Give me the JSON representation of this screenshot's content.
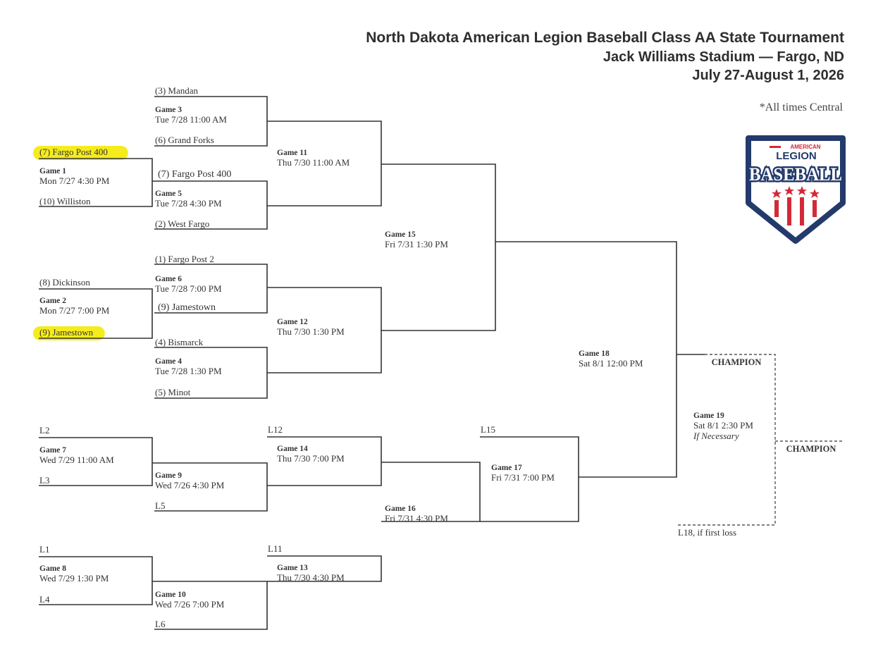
{
  "header": {
    "title": "North Dakota American Legion Baseball Class AA State Tournament",
    "venue": "Jack Williams Stadium — Fargo, ND",
    "dates": "July 27-August 1, 2026",
    "timezone_note": "*All times Central"
  },
  "logo": {
    "top_text": "AMERICAN",
    "mid_text": "LEGION",
    "main_text": "BASEBALL"
  },
  "colors": {
    "line": "#333333",
    "text": "#333333",
    "highlight": "#f5ec1e",
    "logo_navy": "#233a6b",
    "logo_red": "#d22a36"
  },
  "teams": [
    {
      "key": "mandan",
      "label": "(3) Mandan",
      "highlight": false
    },
    {
      "key": "grand_forks",
      "label": "(6) Grand Forks",
      "highlight": false
    },
    {
      "key": "fargo_post_400_g1",
      "label": "(7) Fargo Post 400",
      "highlight": true
    },
    {
      "key": "williston",
      "label": "(10) Williston",
      "highlight": false
    },
    {
      "key": "fargo_post_400_g5",
      "label": "(7) Fargo Post 400",
      "highlight": false
    },
    {
      "key": "west_fargo",
      "label": "(2) West Fargo",
      "highlight": false
    },
    {
      "key": "fargo_post_2",
      "label": "(1) Fargo Post 2",
      "highlight": false
    },
    {
      "key": "dickinson",
      "label": "(8) Dickinson",
      "highlight": false
    },
    {
      "key": "jamestown_g6",
      "label": "(9) Jamestown",
      "highlight": false
    },
    {
      "key": "jamestown_g2",
      "label": "(9) Jamestown",
      "highlight": true
    },
    {
      "key": "bismarck",
      "label": "(4) Bismarck",
      "highlight": false
    },
    {
      "key": "minot",
      "label": "(5) Minot",
      "highlight": false
    },
    {
      "key": "l2",
      "label": "L2",
      "highlight": false
    },
    {
      "key": "l3",
      "label": "L3",
      "highlight": false
    },
    {
      "key": "l5",
      "label": "L5",
      "highlight": false
    },
    {
      "key": "l12",
      "label": "L12",
      "highlight": false
    },
    {
      "key": "l15",
      "label": "L15",
      "highlight": false
    },
    {
      "key": "l1",
      "label": "L1",
      "highlight": false
    },
    {
      "key": "l4",
      "label": "L4",
      "highlight": false
    },
    {
      "key": "l6",
      "label": "L6",
      "highlight": false
    },
    {
      "key": "l11",
      "label": "L11",
      "highlight": false
    },
    {
      "key": "l18",
      "label": "L18, if first loss",
      "highlight": false
    }
  ],
  "games": [
    {
      "key": "g3",
      "name": "Game 3",
      "time": "Tue 7/28 11:00 AM"
    },
    {
      "key": "g1",
      "name": "Game 1",
      "time": "Mon 7/27 4:30 PM"
    },
    {
      "key": "g5",
      "name": "Game 5",
      "time": "Tue 7/28 4:30 PM"
    },
    {
      "key": "g11",
      "name": "Game 11",
      "time": "Thu 7/30 11:00 AM"
    },
    {
      "key": "g15",
      "name": "Game 15",
      "time": "Fri 7/31 1:30 PM"
    },
    {
      "key": "g6",
      "name": "Game 6",
      "time": "Tue 7/28 7:00 PM"
    },
    {
      "key": "g2",
      "name": "Game 2",
      "time": "Mon 7/27 7:00 PM"
    },
    {
      "key": "g12",
      "name": "Game 12",
      "time": "Thu 7/30 1:30 PM"
    },
    {
      "key": "g4",
      "name": "Game 4",
      "time": "Tue 7/28 1:30 PM"
    },
    {
      "key": "g18",
      "name": "Game 18",
      "time": "Sat 8/1 12:00 PM"
    },
    {
      "key": "g19",
      "name": "Game 19",
      "time": "Sat 8/1 2:30 PM",
      "note": "If Necessary"
    },
    {
      "key": "g7",
      "name": "Game 7",
      "time": "Wed 7/29 11:00 AM"
    },
    {
      "key": "g14",
      "name": "Game 14",
      "time": "Thu 7/30 7:00 PM"
    },
    {
      "key": "g9",
      "name": "Game 9",
      "time": "Wed 7/26 4:30 PM"
    },
    {
      "key": "g17",
      "name": "Game 17",
      "time": "Fri 7/31 7:00 PM"
    },
    {
      "key": "g16",
      "name": "Game 16",
      "time": "Fri 7/31 4:30 PM"
    },
    {
      "key": "g8",
      "name": "Game 8",
      "time": "Wed 7/29 1:30 PM"
    },
    {
      "key": "g13",
      "name": "Game 13",
      "time": "Thu 7/30 4:30 PM"
    },
    {
      "key": "g10",
      "name": "Game 10",
      "time": "Wed 7/26 7:00 PM"
    }
  ],
  "champion_labels": [
    {
      "key": "champion_1",
      "label": "CHAMPION"
    },
    {
      "key": "champion_2",
      "label": "CHAMPION"
    }
  ]
}
